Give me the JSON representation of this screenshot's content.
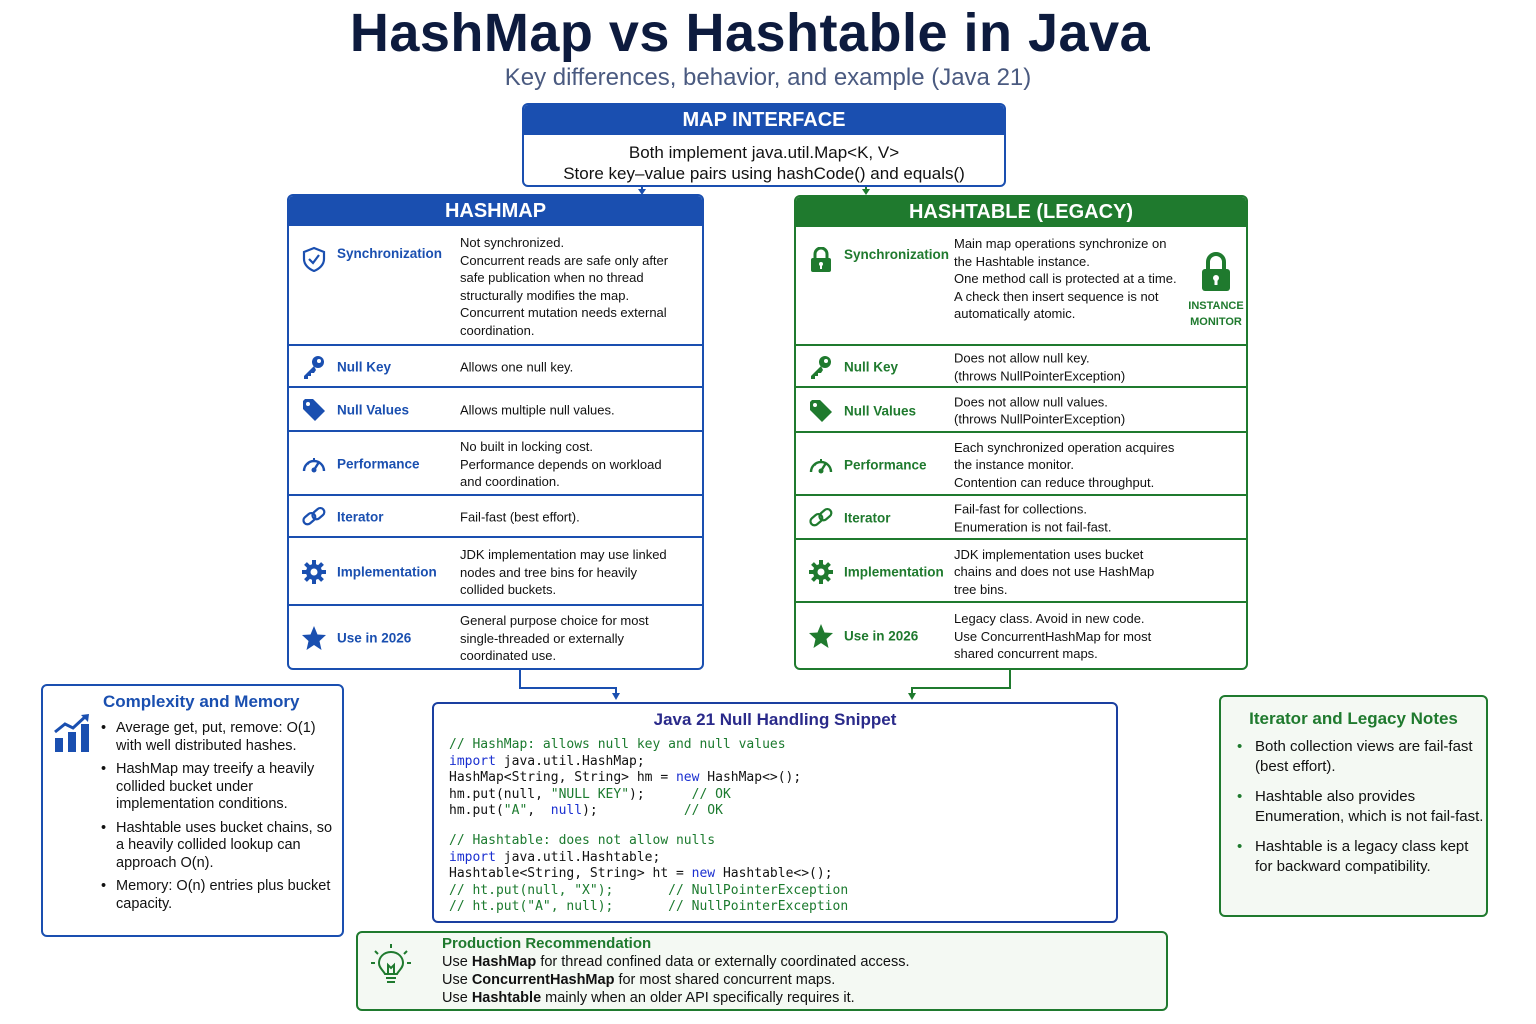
{
  "title": "HashMap vs Hashtable in Java",
  "subtitle": "Key differences, behavior, and example (Java 21)",
  "map_interface": {
    "heading": "MAP INTERFACE",
    "lines": [
      "Both implement java.util.Map<K, V>",
      "Store key–value pairs using hashCode() and equals()"
    ]
  },
  "hashmap": {
    "heading": "HASHMAP",
    "rows": [
      {
        "label": "Synchronization",
        "icon": "shield-check-icon",
        "lines": [
          "Not synchronized.",
          "Concurrent reads are safe only after",
          "safe publication when no thread",
          "structurally modifies the map.",
          "Concurrent mutation needs external",
          "coordination."
        ]
      },
      {
        "label": "Null Key",
        "icon": "key-icon",
        "lines": [
          "Allows one null key."
        ]
      },
      {
        "label": "Null Values",
        "icon": "tag-icon",
        "lines": [
          "Allows multiple null values."
        ]
      },
      {
        "label": "Performance",
        "icon": "gauge-icon",
        "lines": [
          "No built in locking cost.",
          "Performance depends on workload",
          "and coordination."
        ]
      },
      {
        "label": "Iterator",
        "icon": "link-icon",
        "lines": [
          "Fail-fast (best effort)."
        ]
      },
      {
        "label": "Implementation",
        "icon": "gear-icon",
        "lines": [
          "JDK implementation may use linked",
          "nodes and tree bins for heavily",
          "collided buckets."
        ]
      },
      {
        "label": "Use in 2026",
        "icon": "star-icon",
        "lines": [
          "General purpose choice for most",
          "single-threaded or externally",
          "coordinated use."
        ]
      }
    ]
  },
  "hashtable": {
    "heading": "HASHTABLE (LEGACY)",
    "monitor_label": [
      "INSTANCE",
      "MONITOR"
    ],
    "rows": [
      {
        "label": "Synchronization",
        "icon": "lock-icon",
        "lines": [
          "Main map operations synchronize on",
          "the Hashtable instance.",
          "One method call is protected at a time.",
          "A check then insert sequence is not",
          "automatically atomic."
        ]
      },
      {
        "label": "Null Key",
        "icon": "key-icon",
        "lines": [
          "Does not allow null key.",
          "(throws NullPointerException)"
        ]
      },
      {
        "label": "Null Values",
        "icon": "tag-icon",
        "lines": [
          "Does not allow null values.",
          "(throws NullPointerException)"
        ]
      },
      {
        "label": "Performance",
        "icon": "gauge-icon",
        "lines": [
          "Each synchronized operation acquires",
          "the instance monitor.",
          "Contention can reduce throughput."
        ]
      },
      {
        "label": "Iterator",
        "icon": "link-icon",
        "lines": [
          "Fail-fast for collections.",
          "Enumeration is not fail-fast."
        ]
      },
      {
        "label": "Implementation",
        "icon": "gear-icon",
        "lines": [
          "JDK implementation uses bucket",
          "chains and does not use HashMap",
          "tree bins."
        ]
      },
      {
        "label": "Use in 2026",
        "icon": "star-icon",
        "lines": [
          "Legacy class. Avoid in new code.",
          "Use ConcurrentHashMap for most",
          "shared concurrent maps."
        ]
      }
    ]
  },
  "complexity": {
    "title": "Complexity and Memory",
    "items": [
      "Average get, put, remove: O(1) with well distributed hashes.",
      "HashMap may treeify a heavily collided bucket under implementation conditions.",
      "Hashtable uses bucket chains, so a heavily collided lookup can approach O(n).",
      "Memory: O(n) entries plus bucket capacity."
    ]
  },
  "snippet": {
    "title": "Java 21 Null Handling Snippet",
    "lines": [
      [
        {
          "t": "// HashMap: allows null key and null values",
          "c": "c"
        }
      ],
      [
        {
          "t": "import",
          "c": "k"
        },
        {
          "t": " java.util.HashMap;",
          "c": "t"
        }
      ],
      [
        {
          "t": "HashMap<String, String> hm = ",
          "c": "t"
        },
        {
          "t": "new",
          "c": "k"
        },
        {
          "t": " HashMap<>();",
          "c": "t"
        }
      ],
      [
        {
          "t": "hm.put(null, ",
          "c": "t"
        },
        {
          "t": "\"NULL KEY\"",
          "c": "s"
        },
        {
          "t": ");      ",
          "c": "t"
        },
        {
          "t": "// OK",
          "c": "c"
        }
      ],
      [
        {
          "t": "hm.put(",
          "c": "t"
        },
        {
          "t": "\"A\"",
          "c": "s"
        },
        {
          "t": ",  ",
          "c": "t"
        },
        {
          "t": "null",
          "c": "k"
        },
        {
          "t": ");           ",
          "c": "t"
        },
        {
          "t": "// OK",
          "c": "c"
        }
      ],
      [],
      [
        {
          "t": "// Hashtable: does not allow nulls",
          "c": "c"
        }
      ],
      [
        {
          "t": "import",
          "c": "k"
        },
        {
          "t": " java.util.Hashtable;",
          "c": "t"
        }
      ],
      [
        {
          "t": "Hashtable<String, String> ht = ",
          "c": "t"
        },
        {
          "t": "new",
          "c": "k"
        },
        {
          "t": " Hashtable<>();",
          "c": "t"
        }
      ],
      [
        {
          "t": "// ht.put(null, \"X\");       // NullPointerException",
          "c": "c"
        }
      ],
      [
        {
          "t": "// ht.put(\"A\", null);       // NullPointerException",
          "c": "c"
        }
      ]
    ]
  },
  "iterator_notes": {
    "title": "Iterator and Legacy Notes",
    "items": [
      "Both collection views are fail-fast (best effort).",
      "Hashtable also provides Enumeration, which is not fail-fast.",
      "Hashtable is a legacy class kept for backward compatibility."
    ]
  },
  "production": {
    "title": "Production Recommendation",
    "lines": [
      [
        {
          "t": "Use ",
          "b": false
        },
        {
          "t": "HashMap",
          "b": true
        },
        {
          "t": " for thread confined data or externally coordinated access.",
          "b": false
        }
      ],
      [
        {
          "t": "Use ",
          "b": false
        },
        {
          "t": "ConcurrentHashMap",
          "b": true
        },
        {
          "t": " for most shared concurrent maps.",
          "b": false
        }
      ],
      [
        {
          "t": "Use ",
          "b": false
        },
        {
          "t": "Hashtable",
          "b": true
        },
        {
          "t": " mainly when an older API specifically requires it.",
          "b": false
        }
      ]
    ]
  },
  "colors": {
    "blue": "#1a4fb0",
    "green": "#1f7a2e",
    "title": "#0d1b3e"
  }
}
